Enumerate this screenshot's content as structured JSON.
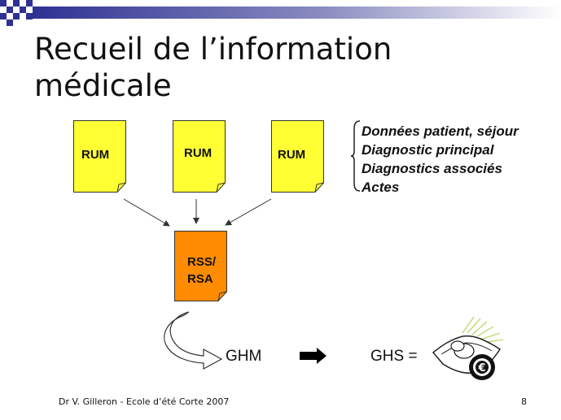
{
  "title": {
    "line1": "Recueil de l’information",
    "line2": "médicale"
  },
  "documents": {
    "rum_1": "RUM",
    "rum_2": "RUM",
    "rum_3": "RUM",
    "rss_line1": "RSS/",
    "rss_line2": "RSA"
  },
  "rum_contents": [
    "Données patient, séjour",
    "Diagnostic principal",
    "Diagnostics associés",
    "Actes"
  ],
  "flow": {
    "ghm": "GHM",
    "ghs": "GHS ="
  },
  "icons": {
    "money": "banknote-euro-icon"
  },
  "colors": {
    "rum_fill": "#FFFF33",
    "rss_fill": "#FF8C00",
    "corner_blue": "#2E3192"
  },
  "footer": {
    "author": "Dr V. Gilleron - Ecole d’été Corte 2007",
    "page": "8"
  }
}
